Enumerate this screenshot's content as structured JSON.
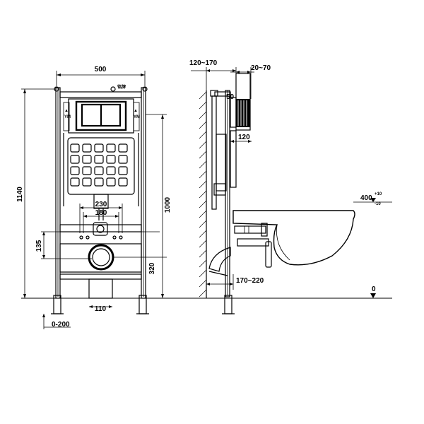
{
  "front_view": {
    "width": "500",
    "height": "1140",
    "height_to_button": "1000",
    "drain_height": "320",
    "drain_offset": "135",
    "fixing_outer": "230",
    "fixing_inner": "180",
    "foot_width": "110",
    "foot_adjust": "0-200",
    "plate_text": "铭牌"
  },
  "side_view": {
    "wall_depth": "120~170",
    "button_depth": "20~70",
    "gap": "50",
    "frame_depth": "120",
    "bowl_height": "400",
    "bowl_tol_upper": "+10",
    "bowl_tol_lower": "-10",
    "pipe_extension": "170~220",
    "floor_level": "0"
  }
}
